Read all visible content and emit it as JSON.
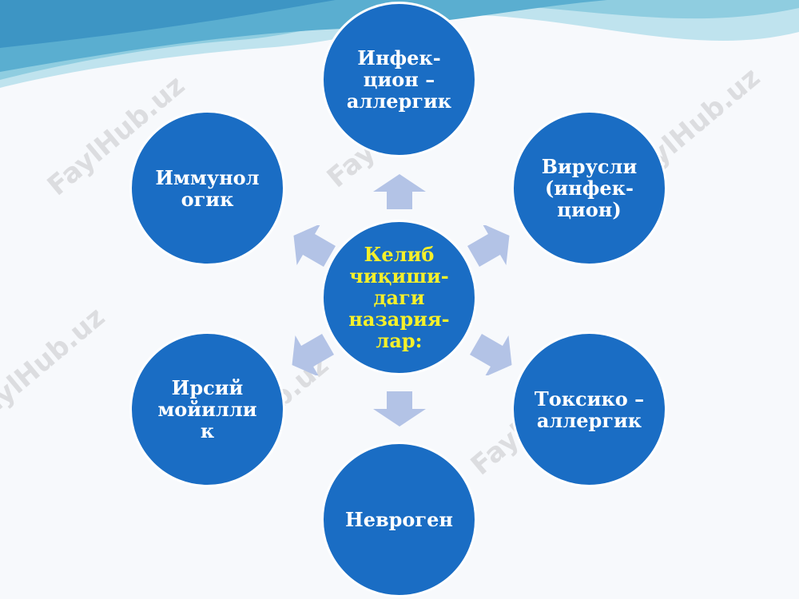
{
  "diagram": {
    "center": {
      "label": "Келиб\nчиқиши-\nдаги\nназария-\nлар:"
    },
    "nodes": [
      {
        "id": "top",
        "label": "Инфек-\nцион –\nаллергик"
      },
      {
        "id": "upper-right",
        "label": "Вирусли\n(инфек-\nцион)"
      },
      {
        "id": "lower-right",
        "label": "Токсико –\nаллергик"
      },
      {
        "id": "bottom",
        "label": "Невроген"
      },
      {
        "id": "lower-left",
        "label": "Ирсий\nмойилли\nк"
      },
      {
        "id": "upper-left",
        "label": "Иммунол\nогик"
      }
    ]
  },
  "watermark": {
    "text": "FaylHub.uz"
  },
  "colors": {
    "node_fill": "#1a6dc4",
    "node_text": "#ffffff",
    "center_text": "#f5f02a",
    "arrow": "#b3c3e6",
    "wave": "#69b7d6"
  }
}
